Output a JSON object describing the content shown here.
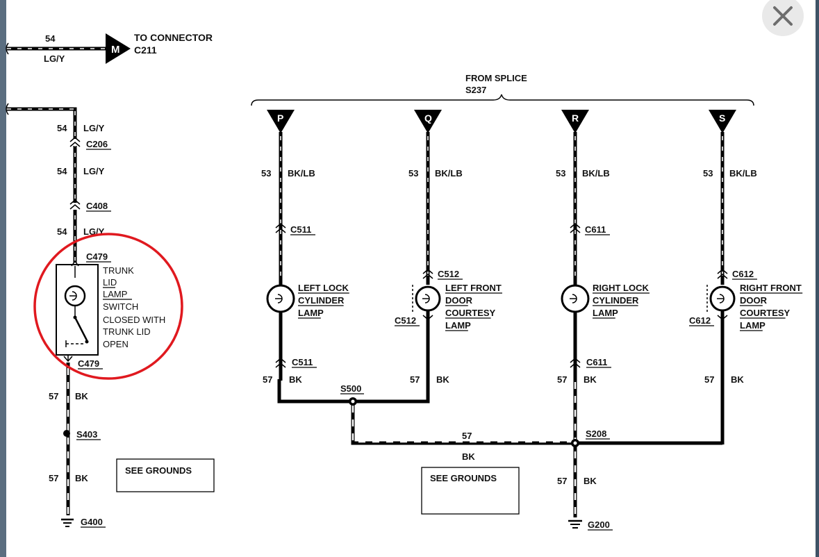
{
  "ui": {
    "close_icon": "close-icon",
    "highlight_color": "#e0191f"
  },
  "top_feed": {
    "circuit": "54",
    "color": "LG/Y",
    "connector_letter": "M",
    "to_line1": "TO CONNECTOR",
    "to_line2": "C211"
  },
  "left_circuit": {
    "segments": [
      {
        "circuit": "54",
        "color": "LG/Y"
      },
      {
        "circuit": "54",
        "color": "LG/Y"
      },
      {
        "circuit": "54",
        "color": "LG/Y"
      }
    ],
    "connectors": [
      "C206",
      "C408",
      "C479",
      "C479"
    ],
    "switch_label": [
      "TRUNK",
      "LID",
      "LAMP",
      "SWITCH",
      "CLOSED WITH",
      "TRUNK LID",
      "OPEN"
    ],
    "lower_segments": [
      {
        "circuit": "57",
        "color": "BK"
      },
      {
        "circuit": "57",
        "color": "BK"
      }
    ],
    "splice": "S403",
    "ground": "G400",
    "grounds_box": "SEE GROUNDS"
  },
  "right_circuit": {
    "splice_title": "FROM SPLICE",
    "splice_id": "S237",
    "branches": [
      {
        "letter": "P",
        "circuit": "53",
        "color": "BK/LB",
        "top_connector": "C511",
        "lamp": [
          "LEFT LOCK",
          "CYLINDER",
          "LAMP"
        ],
        "bottom_connector": "C511",
        "ground_circuit": "57",
        "ground_color": "BK"
      },
      {
        "letter": "Q",
        "circuit": "53",
        "color": "BK/LB",
        "top_connector": "C512",
        "side_connector": "C512",
        "lamp": [
          "LEFT FRONT",
          "DOOR",
          "COURTESY",
          "LAMP"
        ],
        "ground_circuit": "57",
        "ground_color": "BK"
      },
      {
        "letter": "R",
        "circuit": "53",
        "color": "BK/LB",
        "top_connector": "C611",
        "lamp": [
          "RIGHT LOCK",
          "CYLINDER",
          "LAMP"
        ],
        "bottom_connector": "C611",
        "ground_circuit": "57",
        "ground_color": "BK"
      },
      {
        "letter": "S",
        "circuit": "53",
        "color": "BK/LB",
        "top_connector": "C612",
        "side_connector": "C612",
        "lamp": [
          "RIGHT FRONT",
          "DOOR",
          "COURTESY",
          "LAMP"
        ],
        "ground_circuit": "57",
        "ground_color": "BK"
      }
    ],
    "splice_left": "S500",
    "splice_right": "S208",
    "bus_circuit": "57",
    "bus_color": "BK",
    "drop_circuit": "57",
    "drop_color": "BK",
    "ground": "G200",
    "grounds_box": "SEE GROUNDS"
  }
}
